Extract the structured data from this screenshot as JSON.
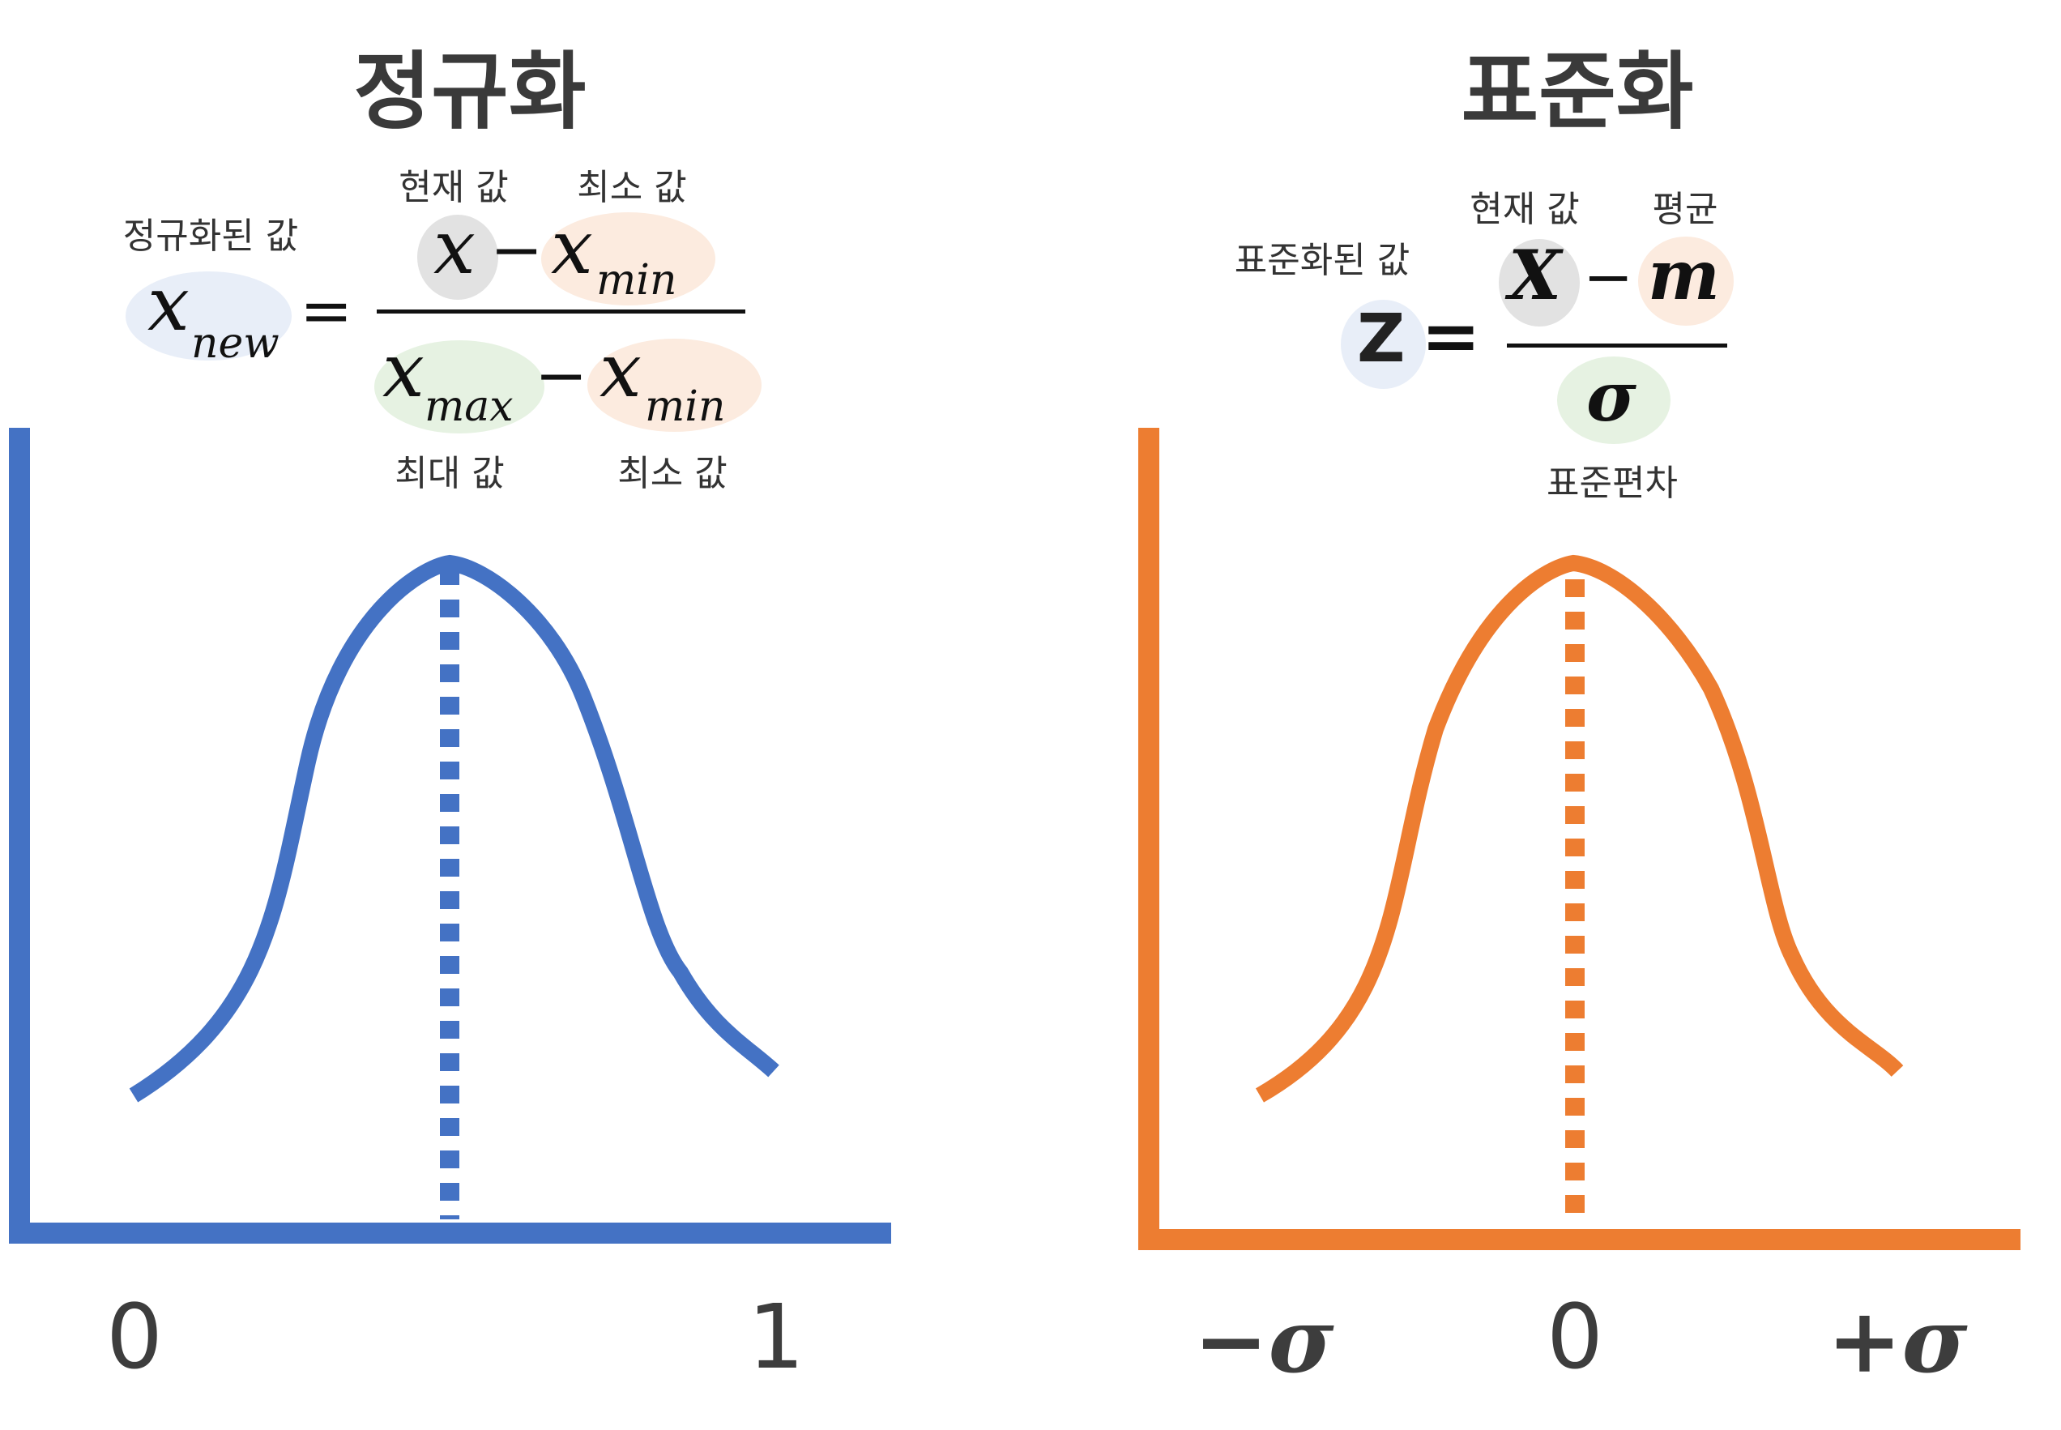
{
  "normalization": {
    "title": "정규화",
    "labels": {
      "result": "정규화된 값",
      "current": "현재 값",
      "min_top": "최소 값",
      "max": "최대 값",
      "min_bottom": "최소 값"
    },
    "formula": {
      "lhs_var": "x",
      "lhs_sub": "new",
      "equals": "=",
      "num_var": "x",
      "minus": "−",
      "num_min_var": "x",
      "num_min_sub": "min",
      "den_max_var": "x",
      "den_max_sub": "max",
      "den_min_var": "x",
      "den_min_sub": "min"
    },
    "ticks": [
      "0",
      "1"
    ],
    "color": "#4472C4",
    "curve_peak": 0.5
  },
  "standardization": {
    "title": "표준화",
    "labels": {
      "result": "표준화된 값",
      "current": "현재 값",
      "mean": "평균",
      "std": "표준편차"
    },
    "formula": {
      "lhs": "Z",
      "equals": "=",
      "num_var": "X",
      "minus": "−",
      "num_mean": "m",
      "den": "σ"
    },
    "ticks": [
      "−σ",
      "0",
      "+σ"
    ],
    "color": "#ED7D31",
    "curve_peak": 0
  },
  "bubble_colors": {
    "result": "#E8EEF8",
    "current": "#E2E2E2",
    "min": "#FCEBDF",
    "max": "#E6F2E2",
    "std": "#E6F2E2"
  }
}
